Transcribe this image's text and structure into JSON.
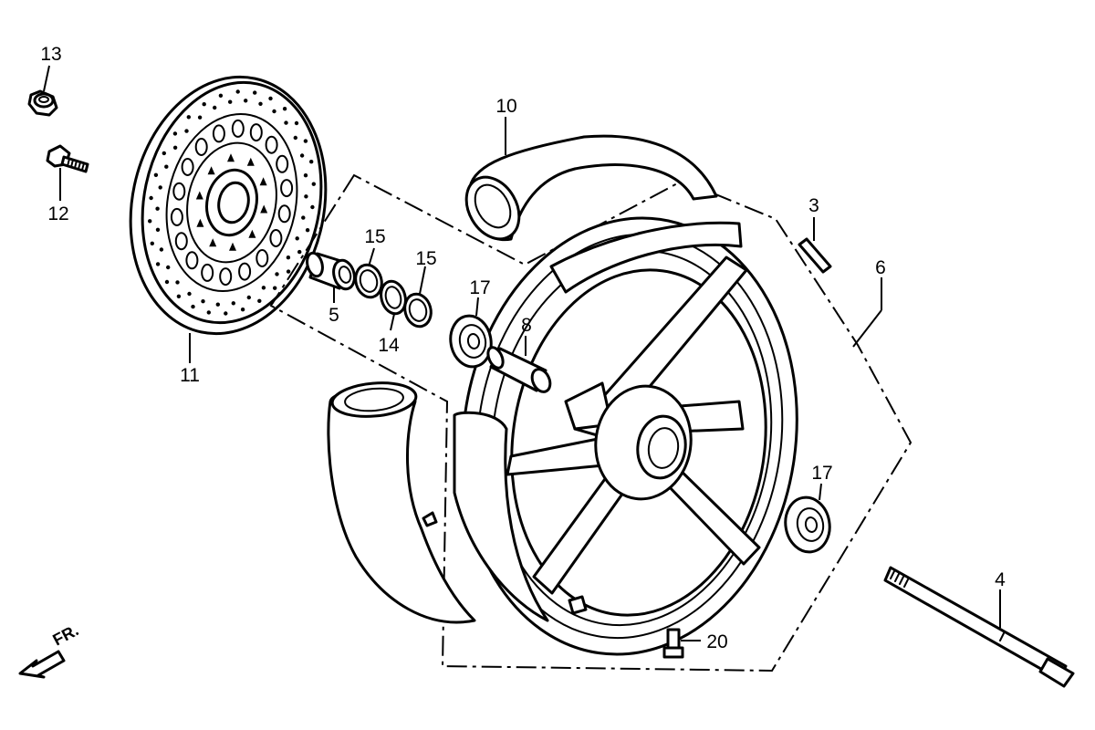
{
  "callouts": {
    "c13": "13",
    "c12": "12",
    "c11": "11",
    "c10": "10",
    "c15a": "15",
    "c15b": "15",
    "c5": "5",
    "c14": "14",
    "c17a": "17",
    "c8": "8",
    "c3": "3",
    "c6": "6",
    "c17b": "17",
    "c4": "4",
    "c20": "20"
  },
  "direction_marker": "FR."
}
